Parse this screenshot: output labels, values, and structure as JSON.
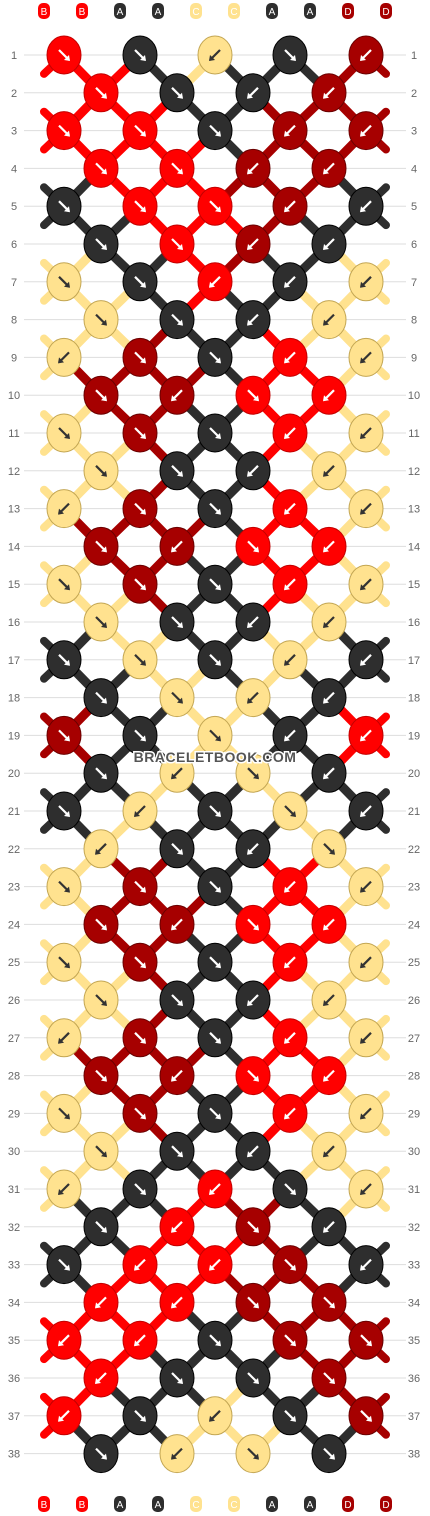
{
  "pattern": {
    "colors": {
      "A": "#2e2e2e",
      "B": "#ff0000",
      "C": "#ffe28f",
      "D": "#a60000"
    },
    "top_strands": [
      "B",
      "B",
      "A",
      "A",
      "C",
      "C",
      "A",
      "A",
      "D",
      "D"
    ],
    "bottom_strands": [
      "B",
      "B",
      "A",
      "A",
      "C",
      "C",
      "A",
      "A",
      "D",
      "D"
    ],
    "rows": [
      {
        "n": "1",
        "knots": [
          [
            "B",
            "se"
          ],
          [
            "A",
            "se"
          ],
          [
            "C",
            "sw"
          ],
          [
            "A",
            "se"
          ],
          [
            "D",
            "sw"
          ]
        ]
      },
      {
        "n": "2",
        "knots": [
          [
            "B",
            "se"
          ],
          [
            "A",
            "se"
          ],
          [
            "A",
            "sw"
          ],
          [
            "D",
            "sw"
          ]
        ]
      },
      {
        "n": "3",
        "knots": [
          [
            "B",
            "se"
          ],
          [
            "B",
            "se"
          ],
          [
            "A",
            "se"
          ],
          [
            "D",
            "sw"
          ],
          [
            "D",
            "sw"
          ]
        ]
      },
      {
        "n": "4",
        "knots": [
          [
            "B",
            "se"
          ],
          [
            "B",
            "se"
          ],
          [
            "D",
            "sw"
          ],
          [
            "D",
            "sw"
          ]
        ]
      },
      {
        "n": "5",
        "knots": [
          [
            "A",
            "se"
          ],
          [
            "B",
            "se"
          ],
          [
            "B",
            "se"
          ],
          [
            "D",
            "sw"
          ],
          [
            "A",
            "sw"
          ]
        ]
      },
      {
        "n": "6",
        "knots": [
          [
            "A",
            "se"
          ],
          [
            "B",
            "se"
          ],
          [
            "D",
            "sw"
          ],
          [
            "A",
            "sw"
          ]
        ]
      },
      {
        "n": "7",
        "knots": [
          [
            "C",
            "se"
          ],
          [
            "A",
            "se"
          ],
          [
            "B",
            "sw"
          ],
          [
            "A",
            "sw"
          ],
          [
            "C",
            "sw"
          ]
        ]
      },
      {
        "n": "8",
        "knots": [
          [
            "C",
            "se"
          ],
          [
            "A",
            "se"
          ],
          [
            "A",
            "sw"
          ],
          [
            "C",
            "sw"
          ]
        ]
      },
      {
        "n": "9",
        "knots": [
          [
            "C",
            "sw"
          ],
          [
            "D",
            "se"
          ],
          [
            "A",
            "se"
          ],
          [
            "B",
            "sw"
          ],
          [
            "C",
            "sw"
          ]
        ]
      },
      {
        "n": "10",
        "knots": [
          [
            "D",
            "se"
          ],
          [
            "D",
            "sw"
          ],
          [
            "B",
            "se"
          ],
          [
            "B",
            "sw"
          ]
        ]
      },
      {
        "n": "11",
        "knots": [
          [
            "C",
            "se"
          ],
          [
            "D",
            "se"
          ],
          [
            "A",
            "se"
          ],
          [
            "B",
            "sw"
          ],
          [
            "C",
            "sw"
          ]
        ]
      },
      {
        "n": "12",
        "knots": [
          [
            "C",
            "se"
          ],
          [
            "A",
            "se"
          ],
          [
            "A",
            "sw"
          ],
          [
            "C",
            "sw"
          ]
        ]
      },
      {
        "n": "13",
        "knots": [
          [
            "C",
            "sw"
          ],
          [
            "D",
            "se"
          ],
          [
            "A",
            "se"
          ],
          [
            "B",
            "sw"
          ],
          [
            "C",
            "sw"
          ]
        ]
      },
      {
        "n": "14",
        "knots": [
          [
            "D",
            "se"
          ],
          [
            "D",
            "sw"
          ],
          [
            "B",
            "se"
          ],
          [
            "B",
            "sw"
          ]
        ]
      },
      {
        "n": "15",
        "knots": [
          [
            "C",
            "se"
          ],
          [
            "D",
            "se"
          ],
          [
            "A",
            "se"
          ],
          [
            "B",
            "sw"
          ],
          [
            "C",
            "sw"
          ]
        ]
      },
      {
        "n": "16",
        "knots": [
          [
            "C",
            "se"
          ],
          [
            "A",
            "se"
          ],
          [
            "A",
            "sw"
          ],
          [
            "C",
            "sw"
          ]
        ]
      },
      {
        "n": "17",
        "knots": [
          [
            "A",
            "se"
          ],
          [
            "C",
            "se"
          ],
          [
            "A",
            "se"
          ],
          [
            "C",
            "sw"
          ],
          [
            "A",
            "sw"
          ]
        ]
      },
      {
        "n": "18",
        "knots": [
          [
            "A",
            "se"
          ],
          [
            "C",
            "se"
          ],
          [
            "C",
            "sw"
          ],
          [
            "A",
            "sw"
          ]
        ]
      },
      {
        "n": "19",
        "knots": [
          [
            "D",
            "se"
          ],
          [
            "A",
            "se"
          ],
          [
            "C",
            "se"
          ],
          [
            "A",
            "sw"
          ],
          [
            "B",
            "sw"
          ]
        ]
      },
      {
        "n": "20",
        "knots": [
          [
            "A",
            "se"
          ],
          [
            "C",
            "sw"
          ],
          [
            "C",
            "se"
          ],
          [
            "A",
            "sw"
          ]
        ]
      },
      {
        "n": "21",
        "knots": [
          [
            "A",
            "se"
          ],
          [
            "C",
            "sw"
          ],
          [
            "A",
            "se"
          ],
          [
            "C",
            "se"
          ],
          [
            "A",
            "sw"
          ]
        ]
      },
      {
        "n": "22",
        "knots": [
          [
            "C",
            "sw"
          ],
          [
            "A",
            "se"
          ],
          [
            "A",
            "sw"
          ],
          [
            "C",
            "se"
          ]
        ]
      },
      {
        "n": "23",
        "knots": [
          [
            "C",
            "se"
          ],
          [
            "D",
            "se"
          ],
          [
            "A",
            "se"
          ],
          [
            "B",
            "sw"
          ],
          [
            "C",
            "sw"
          ]
        ]
      },
      {
        "n": "24",
        "knots": [
          [
            "D",
            "se"
          ],
          [
            "D",
            "sw"
          ],
          [
            "B",
            "se"
          ],
          [
            "B",
            "sw"
          ]
        ]
      },
      {
        "n": "25",
        "knots": [
          [
            "C",
            "se"
          ],
          [
            "D",
            "se"
          ],
          [
            "A",
            "se"
          ],
          [
            "B",
            "sw"
          ],
          [
            "C",
            "sw"
          ]
        ]
      },
      {
        "n": "26",
        "knots": [
          [
            "C",
            "se"
          ],
          [
            "A",
            "se"
          ],
          [
            "A",
            "sw"
          ],
          [
            "C",
            "sw"
          ]
        ]
      },
      {
        "n": "27",
        "knots": [
          [
            "C",
            "sw"
          ],
          [
            "D",
            "se"
          ],
          [
            "A",
            "se"
          ],
          [
            "B",
            "sw"
          ],
          [
            "C",
            "sw"
          ]
        ]
      },
      {
        "n": "28",
        "knots": [
          [
            "D",
            "se"
          ],
          [
            "D",
            "sw"
          ],
          [
            "B",
            "se"
          ],
          [
            "B",
            "sw"
          ]
        ]
      },
      {
        "n": "29",
        "knots": [
          [
            "C",
            "se"
          ],
          [
            "D",
            "se"
          ],
          [
            "A",
            "se"
          ],
          [
            "B",
            "sw"
          ],
          [
            "C",
            "sw"
          ]
        ]
      },
      {
        "n": "30",
        "knots": [
          [
            "C",
            "se"
          ],
          [
            "A",
            "se"
          ],
          [
            "A",
            "sw"
          ],
          [
            "C",
            "sw"
          ]
        ]
      },
      {
        "n": "31",
        "knots": [
          [
            "C",
            "sw"
          ],
          [
            "A",
            "se"
          ],
          [
            "B",
            "sw"
          ],
          [
            "A",
            "se"
          ],
          [
            "C",
            "sw"
          ]
        ]
      },
      {
        "n": "32",
        "knots": [
          [
            "A",
            "se"
          ],
          [
            "B",
            "sw"
          ],
          [
            "D",
            "se"
          ],
          [
            "A",
            "sw"
          ]
        ]
      },
      {
        "n": "33",
        "knots": [
          [
            "A",
            "se"
          ],
          [
            "B",
            "sw"
          ],
          [
            "B",
            "sw"
          ],
          [
            "D",
            "se"
          ],
          [
            "A",
            "sw"
          ]
        ]
      },
      {
        "n": "34",
        "knots": [
          [
            "B",
            "sw"
          ],
          [
            "B",
            "sw"
          ],
          [
            "D",
            "se"
          ],
          [
            "D",
            "se"
          ]
        ]
      },
      {
        "n": "35",
        "knots": [
          [
            "B",
            "sw"
          ],
          [
            "B",
            "sw"
          ],
          [
            "A",
            "se"
          ],
          [
            "D",
            "se"
          ],
          [
            "D",
            "se"
          ]
        ]
      },
      {
        "n": "36",
        "knots": [
          [
            "B",
            "sw"
          ],
          [
            "A",
            "se"
          ],
          [
            "A",
            "se"
          ],
          [
            "D",
            "se"
          ]
        ]
      },
      {
        "n": "37",
        "knots": [
          [
            "B",
            "sw"
          ],
          [
            "A",
            "se"
          ],
          [
            "C",
            "sw"
          ],
          [
            "A",
            "se"
          ],
          [
            "D",
            "se"
          ]
        ]
      },
      {
        "n": "38",
        "knots": [
          [
            "A",
            "se"
          ],
          [
            "C",
            "sw"
          ],
          [
            "C",
            "se"
          ],
          [
            "A",
            "se"
          ]
        ]
      }
    ],
    "watermark": "BRACELETBOOK.COM"
  }
}
